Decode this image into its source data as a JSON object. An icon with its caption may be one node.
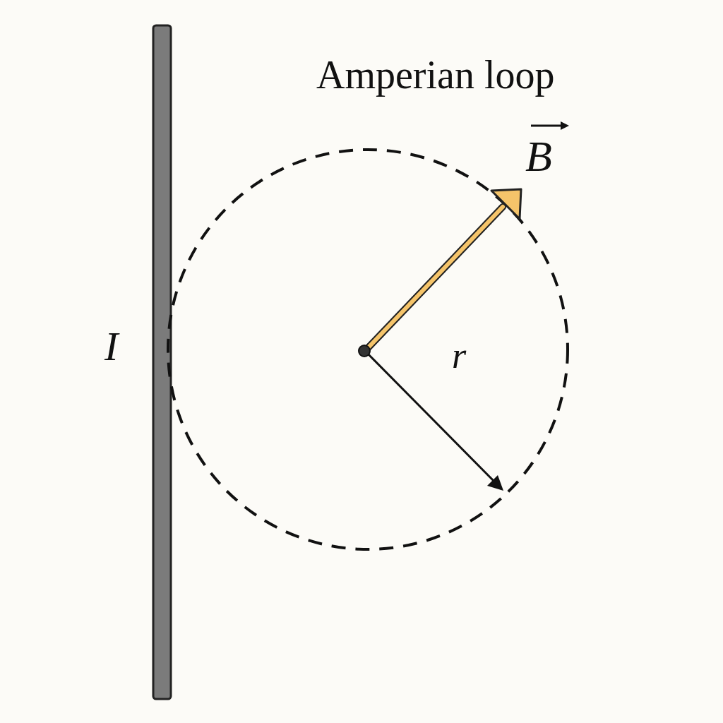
{
  "diagram": {
    "nodes": [
      {
        "text": [],
        "shape": "bar"
      }
    ],
    "labels": [
      "Amperian loop",
      "B",
      "I",
      "r"
    ]
  }
}
